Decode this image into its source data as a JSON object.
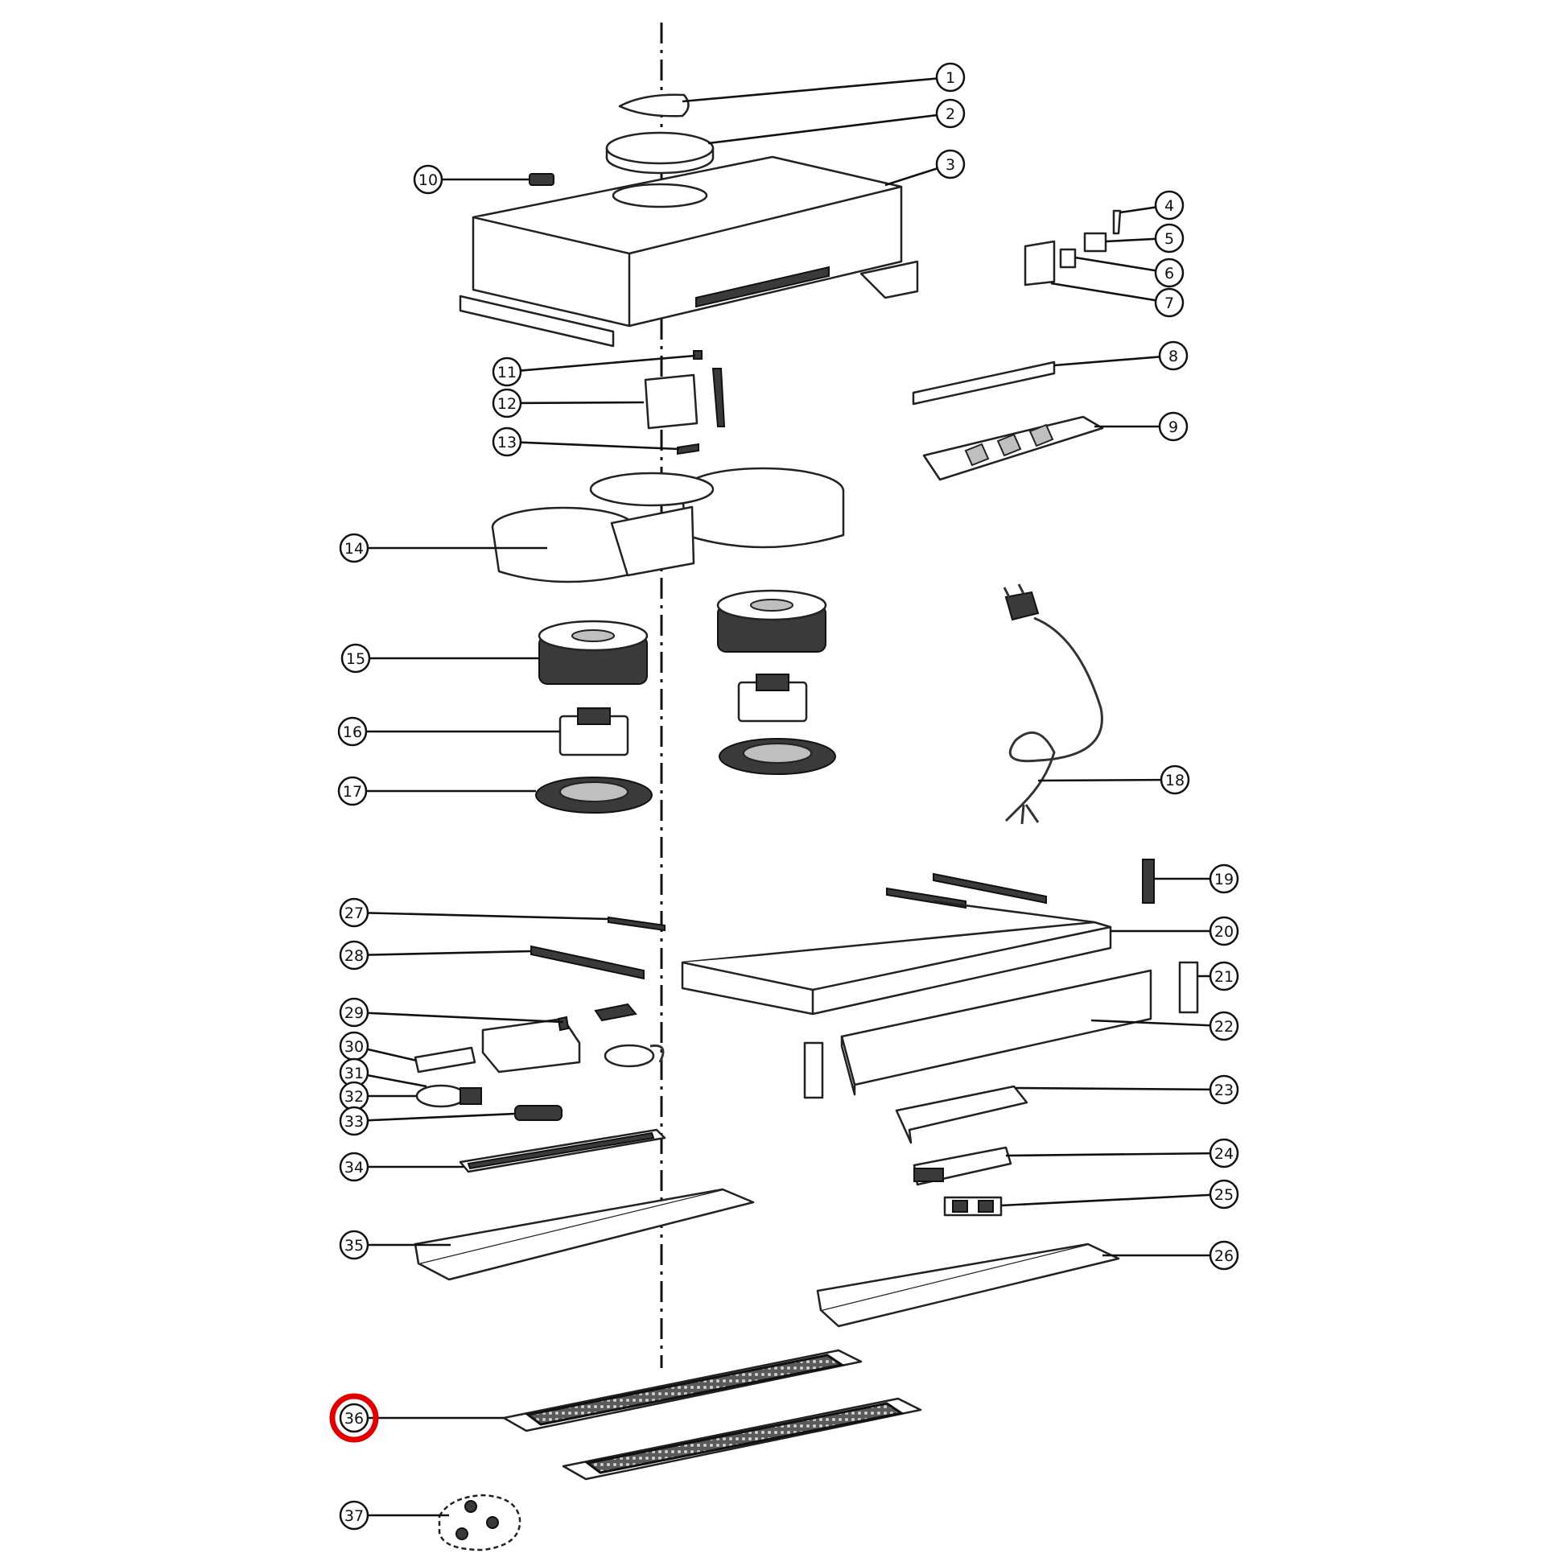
{
  "callouts": [
    {
      "id": "1",
      "label": "1"
    },
    {
      "id": "2",
      "label": "2"
    },
    {
      "id": "3",
      "label": "3"
    },
    {
      "id": "4",
      "label": "4"
    },
    {
      "id": "5",
      "label": "5"
    },
    {
      "id": "6",
      "label": "6"
    },
    {
      "id": "7",
      "label": "7"
    },
    {
      "id": "8",
      "label": "8"
    },
    {
      "id": "9",
      "label": "9"
    },
    {
      "id": "10",
      "label": "10"
    },
    {
      "id": "11",
      "label": "11"
    },
    {
      "id": "12",
      "label": "12"
    },
    {
      "id": "13",
      "label": "13"
    },
    {
      "id": "14",
      "label": "14"
    },
    {
      "id": "15",
      "label": "15"
    },
    {
      "id": "16",
      "label": "16"
    },
    {
      "id": "17",
      "label": "17"
    },
    {
      "id": "18",
      "label": "18"
    },
    {
      "id": "19",
      "label": "19"
    },
    {
      "id": "20",
      "label": "20"
    },
    {
      "id": "21",
      "label": "21"
    },
    {
      "id": "22",
      "label": "22"
    },
    {
      "id": "23",
      "label": "23"
    },
    {
      "id": "24",
      "label": "24"
    },
    {
      "id": "25",
      "label": "25"
    },
    {
      "id": "26",
      "label": "26"
    },
    {
      "id": "27",
      "label": "27"
    },
    {
      "id": "28",
      "label": "28"
    },
    {
      "id": "29",
      "label": "29"
    },
    {
      "id": "30",
      "label": "30"
    },
    {
      "id": "31",
      "label": "31"
    },
    {
      "id": "32",
      "label": "32"
    },
    {
      "id": "33",
      "label": "33"
    },
    {
      "id": "34",
      "label": "34"
    },
    {
      "id": "35",
      "label": "35"
    },
    {
      "id": "36",
      "label": "36"
    },
    {
      "id": "37",
      "label": "37"
    }
  ],
  "highlighted_callout": "36",
  "colors": {
    "highlight": "#e00000",
    "line": "#111111",
    "background": "#ffffff"
  }
}
